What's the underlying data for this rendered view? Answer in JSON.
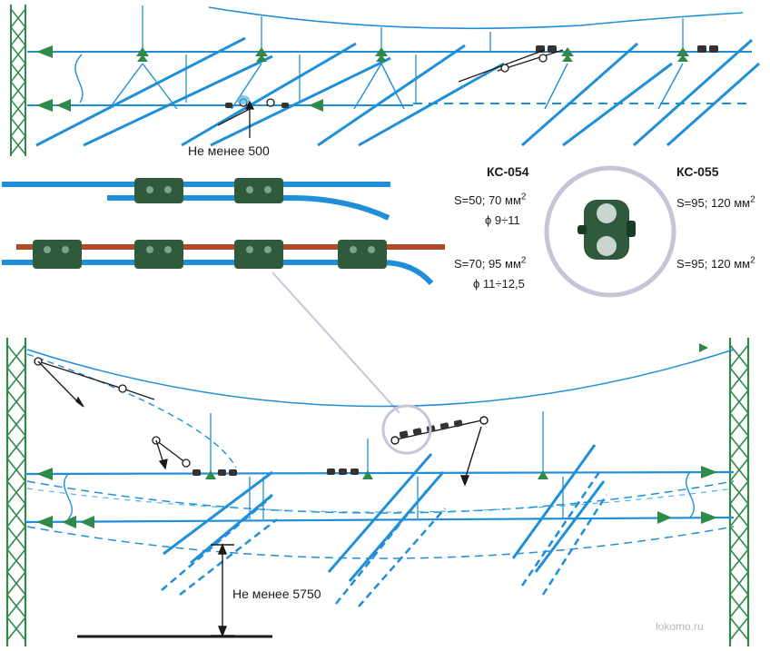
{
  "colors": {
    "wire_blue": "#1f8fd8",
    "wire_blue_light": "#4fb2ea",
    "mast_green": "#2f8a4a",
    "clamp_green": "#2f5a3c",
    "copper": "#b04a2a",
    "ring_gray": "#c9c3d8",
    "text": "#1b1b1b"
  },
  "top_span": {
    "dimension_label": "Не менее 500"
  },
  "clamp_info": {
    "kc054": {
      "title": "КС-054",
      "spec1": "S=50; 70 мм",
      "spec1_sup": "2",
      "dia1": "ϕ 9÷11",
      "spec2": "S=70; 95 мм",
      "spec2_sup": "2",
      "dia2": "ϕ 11÷12,5"
    },
    "kc055": {
      "title": "КС-055",
      "spec1": "S=95; 120 мм",
      "spec1_sup": "2",
      "spec2": "S=95; 120 мм",
      "spec2_sup": "2"
    }
  },
  "bottom_span": {
    "height_label": "Не менее 5750"
  },
  "watermark": "lokomo.ru"
}
